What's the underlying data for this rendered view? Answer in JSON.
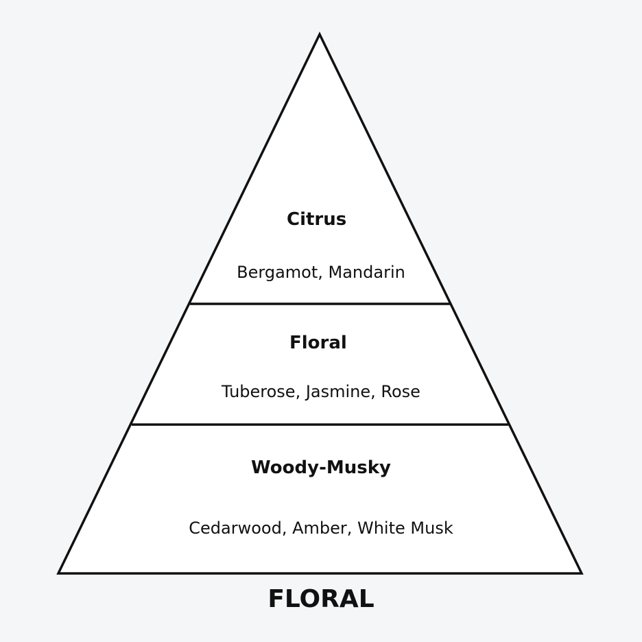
{
  "pyramid": {
    "tiers": [
      {
        "title": "Citrus",
        "notes": "Bergamot, Mandarin"
      },
      {
        "title": "Floral",
        "notes": "Tuberose, Jasmine, Rose"
      },
      {
        "title": "Woody-Musky",
        "notes": "Cedarwood, Amber, White Musk"
      }
    ],
    "family": "FLORAL"
  },
  "colors": {
    "background": "#f5f6f8",
    "fill": "#ffffff",
    "stroke": "#111111"
  }
}
